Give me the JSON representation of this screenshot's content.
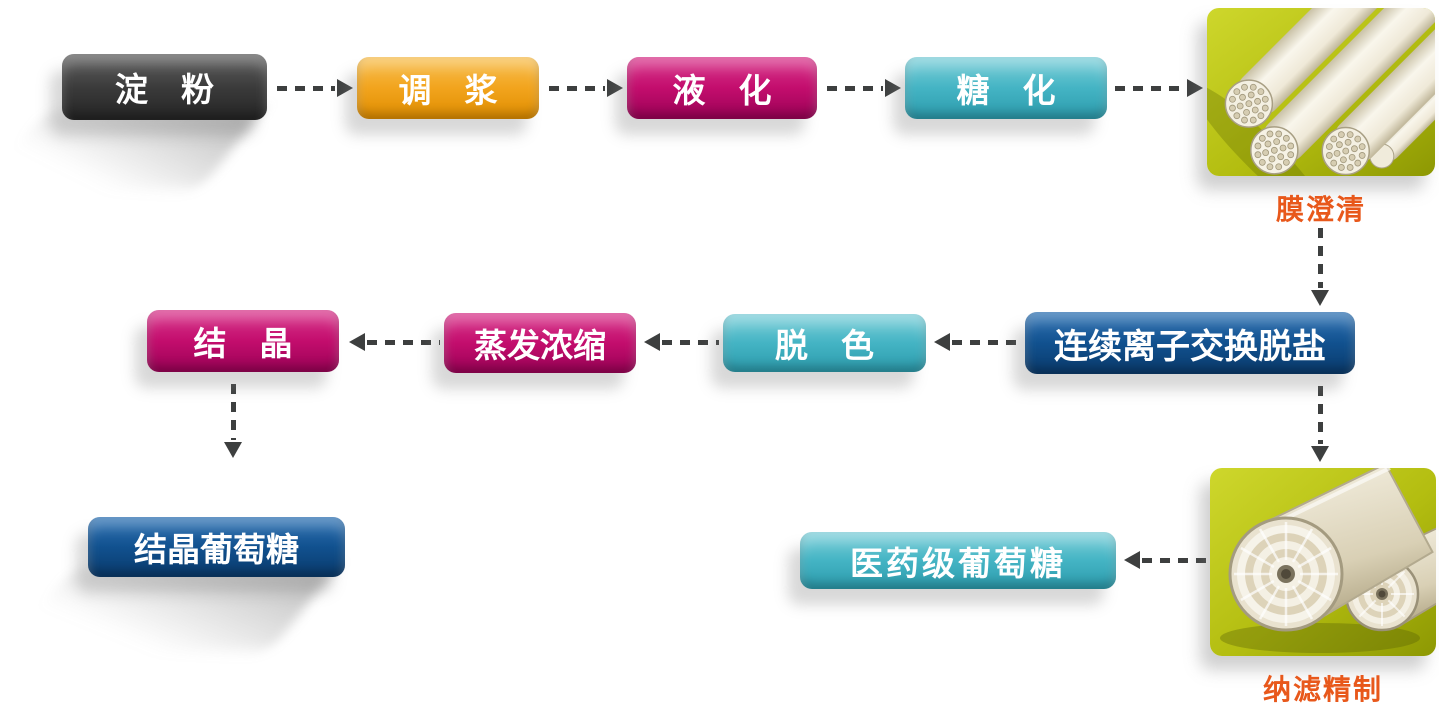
{
  "diagram": {
    "stages_top": [
      {
        "id": "starch",
        "label": "淀　粉",
        "color": "#3b3b3b"
      },
      {
        "id": "slurry-mixing",
        "label": "调　浆",
        "color": "#f2a41d"
      },
      {
        "id": "liquefaction",
        "label": "液　化",
        "color": "#c30d6d"
      },
      {
        "id": "saccharification",
        "label": "糖　化",
        "color": "#44b4c4"
      }
    ],
    "stages_middle": [
      {
        "id": "continuous-ion-exchange-desalting",
        "label": "连续离子交换脱盐",
        "color": "#11518f"
      },
      {
        "id": "decolorization",
        "label": "脱　色",
        "color": "#44b4c4"
      },
      {
        "id": "evaporation-concentration",
        "label": "蒸发浓缩",
        "color": "#c30d6d"
      },
      {
        "id": "crystallization",
        "label": "结　晶",
        "color": "#c30d6d"
      }
    ],
    "products": [
      {
        "id": "crystalline-glucose",
        "label": "结晶葡萄糖",
        "color": "#11518f"
      },
      {
        "id": "pharmaceutical-grade-glucose",
        "label": "医药级葡萄糖",
        "color": "#44b4c4"
      }
    ],
    "photos": [
      {
        "id": "ceramic-membrane",
        "caption": "膜澄清"
      },
      {
        "id": "spiral-membrane",
        "caption": "纳滤精制"
      }
    ],
    "edges": [
      {
        "from": "starch",
        "to": "slurry-mixing"
      },
      {
        "from": "slurry-mixing",
        "to": "liquefaction"
      },
      {
        "from": "liquefaction",
        "to": "saccharification"
      },
      {
        "from": "saccharification",
        "to": "membrane-clarification"
      },
      {
        "from": "membrane-clarification",
        "to": "continuous-ion-exchange-desalting"
      },
      {
        "from": "continuous-ion-exchange-desalting",
        "to": "decolorization"
      },
      {
        "from": "decolorization",
        "to": "evaporation-concentration"
      },
      {
        "from": "evaporation-concentration",
        "to": "crystallization"
      },
      {
        "from": "crystallization",
        "to": "crystalline-glucose"
      },
      {
        "from": "continuous-ion-exchange-desalting",
        "to": "nanofiltration-refining"
      },
      {
        "from": "nanofiltration-refining",
        "to": "pharmaceutical-grade-glucose"
      }
    ],
    "colors": {
      "caption_text": "#e8581b",
      "photo_background": "#b3bd10",
      "arrow": "#3d3f3f",
      "page_background": "#ffffff"
    }
  }
}
